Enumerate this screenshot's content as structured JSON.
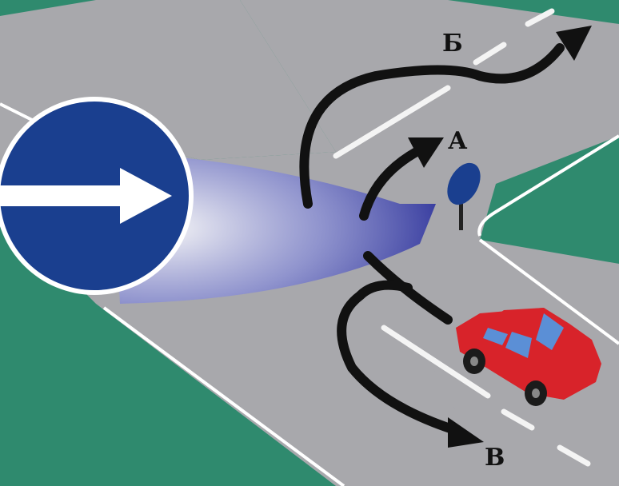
{
  "labels": {
    "a": "А",
    "b": "Б",
    "v": "В"
  },
  "colors": {
    "grass": "#2f8a6e",
    "road": "#a8a8ac",
    "road_light": "#c9c9cd",
    "edge_line": "#ffffff",
    "lane_marking": "#f4f4f4",
    "sign_blue": "#1a3f8f",
    "sign_arrow": "#ffffff",
    "route_arrow": "#111111",
    "car_body": "#d8232a",
    "car_glass": "#5b8fd6"
  },
  "icons": {
    "road_sign": "keep-right-sign-icon",
    "car": "red-car-icon",
    "small_sign": "roadside-sign-icon"
  }
}
